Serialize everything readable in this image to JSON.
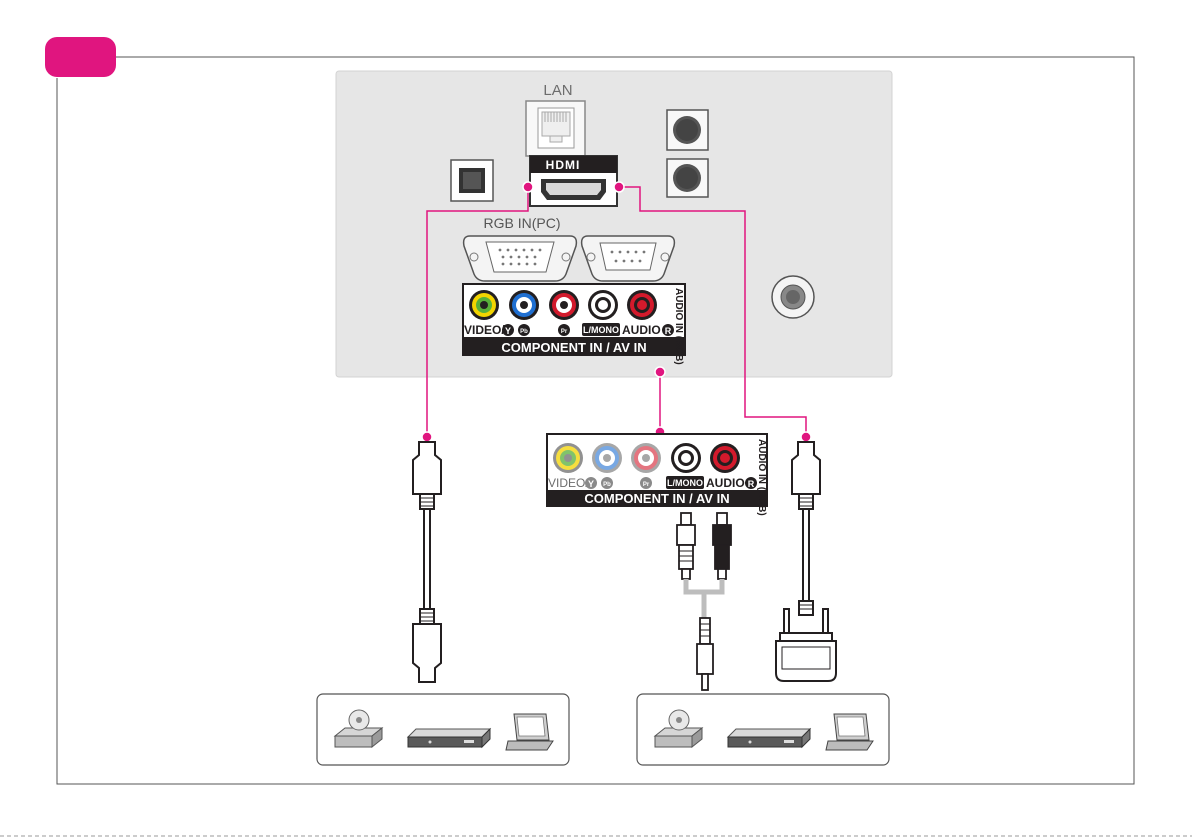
{
  "colors": {
    "accent": "#e0157f",
    "panel": "#e6e6e6",
    "panel_border": "#d0d0d0",
    "jack_yellow": "#f3d400",
    "jack_green": "#58b03a",
    "jack_blue": "#1f6fd1",
    "jack_red": "#d31a2c",
    "jack_white": "#ffffff",
    "dark": "#231f20"
  },
  "panel": {
    "lan_label": "LAN",
    "hdmi_label": "HDMI",
    "rgb_in_label": "RGB IN(PC)",
    "component_labels": {
      "video": "VIDEO/",
      "y_badge": "Y",
      "pb_badge": "Pb",
      "pr_badge": "Pr",
      "lmono": "L/MONO",
      "audio": "AUDIO",
      "r_badge": "R",
      "audio_in_rgb": "AUDIO IN (RGB)",
      "strip": "COMPONENT IN / AV IN"
    }
  },
  "zoom_strip": {
    "video": "VIDEO/",
    "y_badge": "Y",
    "pb_badge": "Pb",
    "pr_badge": "Pr",
    "lmono": "L/MONO",
    "audio": "AUDIO",
    "r_badge": "R",
    "audio_in_rgb": "AUDIO IN (RGB)",
    "strip": "COMPONENT IN / AV IN"
  },
  "devices": {
    "left": [
      "dvd-player-icon",
      "set-top-box-icon",
      "laptop-icon"
    ],
    "right": [
      "dvd-player-icon",
      "set-top-box-icon",
      "laptop-icon"
    ]
  }
}
